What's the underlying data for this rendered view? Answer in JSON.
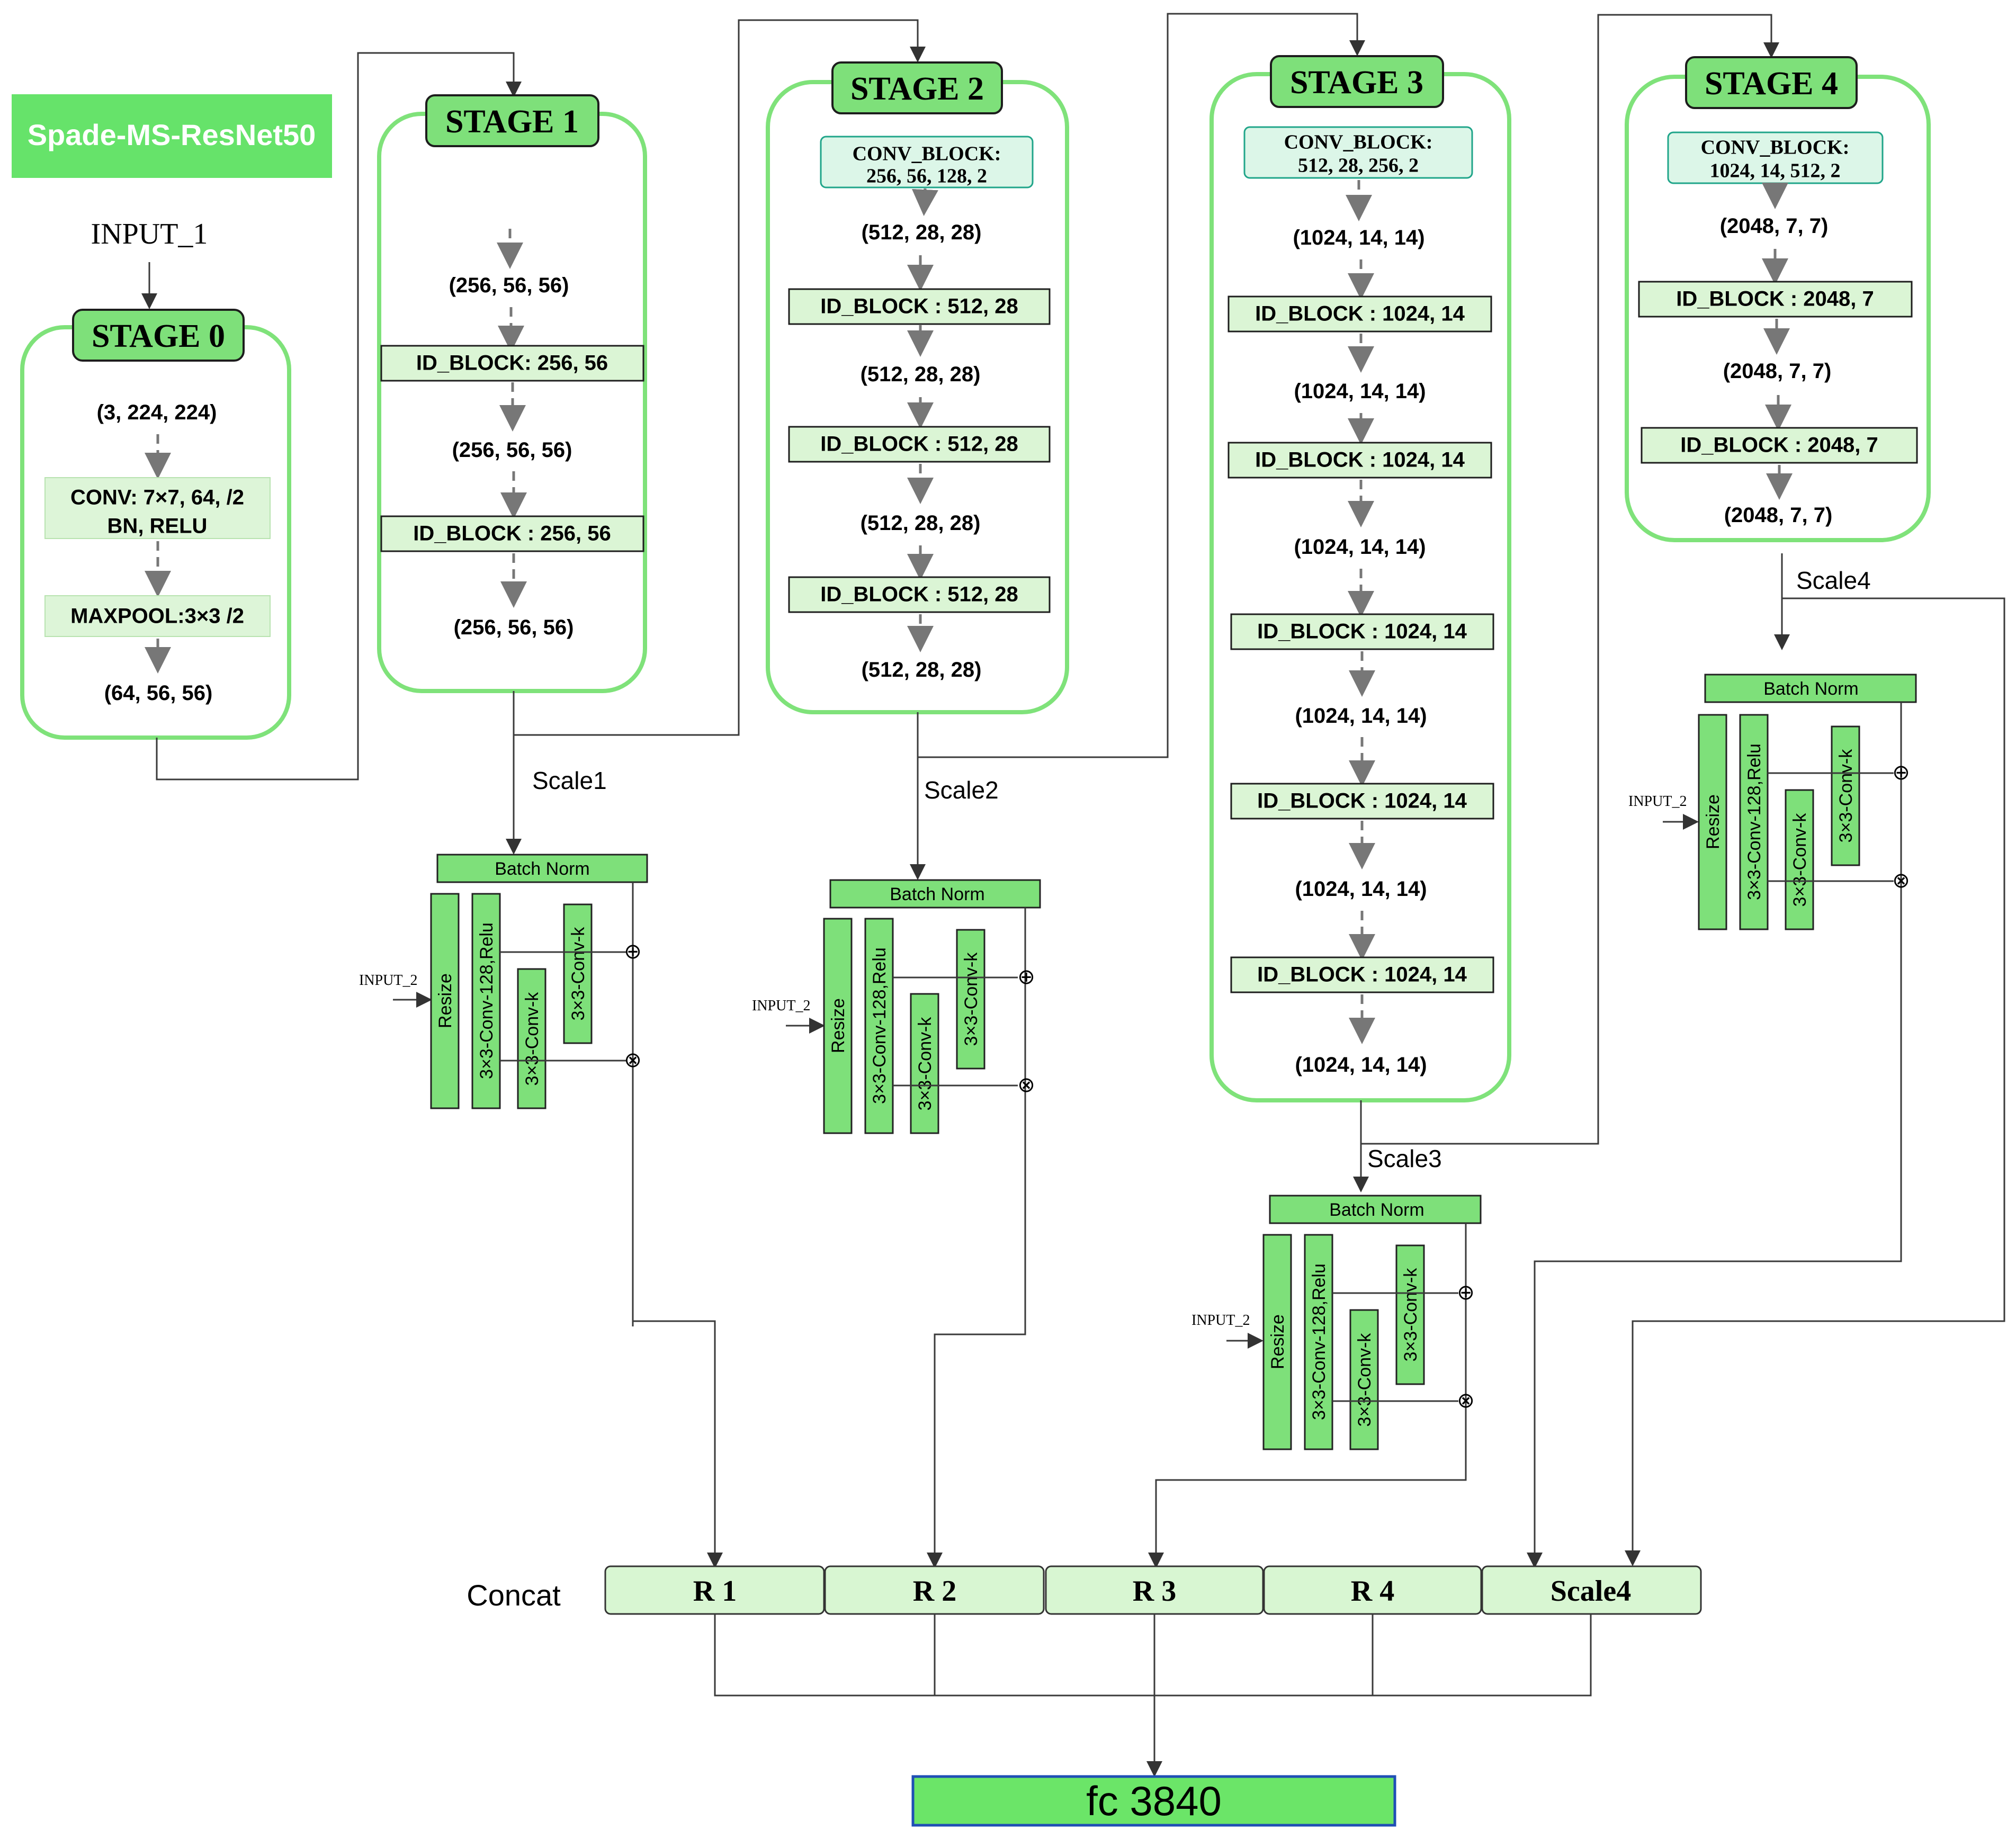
{
  "title": "Spade-MS-ResNet50",
  "input_1": "INPUT_1",
  "stage0": {
    "header": "STAGE 0",
    "input_shape": "(3, 224, 224)",
    "conv_line1": "CONV: 7×7, 64, /2",
    "conv_line2": "BN, RELU",
    "maxpool": "MAXPOOL:3×3 /2",
    "output_shape": "(64, 56, 56)"
  },
  "stage1": {
    "header": "STAGE 1",
    "shapes": [
      "(256, 56, 56)",
      "(256, 56, 56)",
      "(256, 56, 56)"
    ],
    "blocks": [
      "ID_BLOCK: 256, 56",
      "ID_BLOCK : 256, 56"
    ]
  },
  "stage2": {
    "header": "STAGE 2",
    "conv_line1": "CONV_BLOCK:",
    "conv_line2": "256, 56, 128, 2",
    "shapes": [
      "(512, 28, 28)",
      "(512, 28, 28)",
      "(512, 28, 28)",
      "(512, 28, 28)"
    ],
    "blocks": [
      "ID_BLOCK : 512, 28",
      "ID_BLOCK : 512, 28",
      "ID_BLOCK : 512, 28"
    ]
  },
  "stage3": {
    "header": "STAGE 3",
    "conv_line1": "CONV_BLOCK:",
    "conv_line2": "512, 28, 256, 2",
    "shapes": [
      "(1024, 14, 14)",
      "(1024, 14, 14)",
      "(1024, 14, 14)",
      "(1024, 14, 14)",
      "(1024, 14, 14)",
      "(1024, 14, 14)"
    ],
    "blocks": [
      "ID_BLOCK : 1024, 14",
      "ID_BLOCK : 1024, 14",
      "ID_BLOCK : 1024, 14",
      "ID_BLOCK : 1024, 14",
      "ID_BLOCK : 1024, 14"
    ]
  },
  "stage4": {
    "header": "STAGE 4",
    "conv_line1": "CONV_BLOCK:",
    "conv_line2": "1024, 14, 512, 2",
    "shapes": [
      "(2048, 7, 7)",
      "(2048, 7, 7)",
      "(2048, 7, 7)"
    ],
    "blocks": [
      "ID_BLOCK : 2048, 7",
      "ID_BLOCK : 2048, 7"
    ]
  },
  "scales": [
    "Scale1",
    "Scale2",
    "Scale3",
    "Scale4"
  ],
  "spade": {
    "batch_norm": "Batch  Norm",
    "input_2": "INPUT_2",
    "resize": "Resize",
    "conv128": "3×3-Conv-128,Relu",
    "convk": "3×3-Conv-k",
    "plus": "⊕",
    "times": "⊗"
  },
  "concat": {
    "label": "Concat",
    "cells": [
      "R 1",
      "R 2",
      "R 3",
      "R 4",
      "Scale4"
    ]
  },
  "fc": "fc 3840"
}
